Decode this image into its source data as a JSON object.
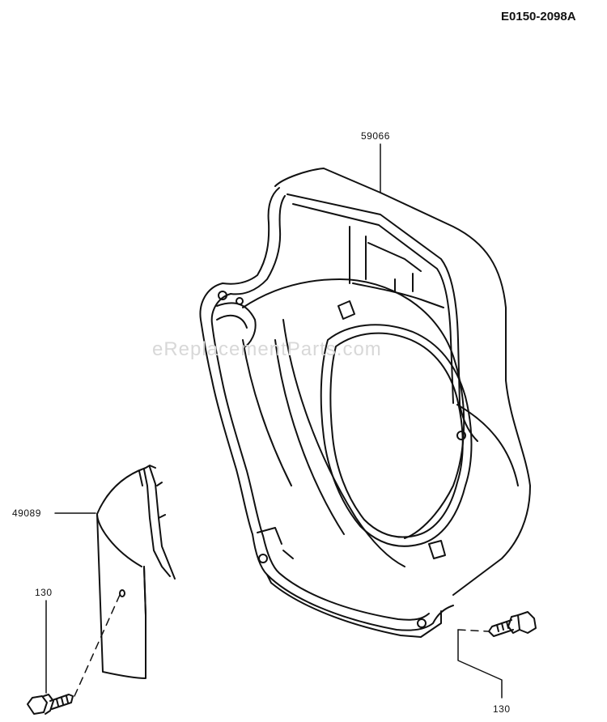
{
  "document": {
    "code": "E0150-2098A",
    "watermark": "eReplacementParts.com"
  },
  "parts": {
    "fan_housing": {
      "number": "59066",
      "icon": "fan-housing-icon"
    },
    "cover_plate": {
      "number": "49089",
      "icon": "cover-plate-icon"
    },
    "bolt_left": {
      "number": "130",
      "icon": "bolt-icon"
    },
    "bolt_right": {
      "number": "130",
      "icon": "bolt-icon"
    }
  },
  "colors": {
    "line": "#111111",
    "background": "#ffffff",
    "watermark": "#d8d8d8"
  }
}
